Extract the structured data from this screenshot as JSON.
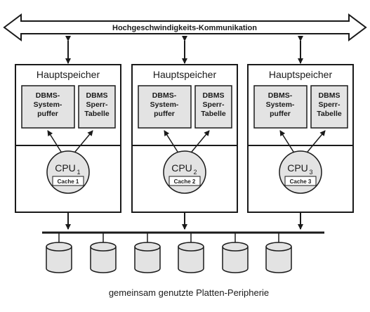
{
  "bus_label": "Hochgeschwindigkeits-Kommunikation",
  "caption": "gemeinsam genutzte Platten-Peripherie",
  "nodes": [
    {
      "memory_title": "Hauptspeicher",
      "buffer_lines": [
        "DBMS-",
        "System-",
        "puffer"
      ],
      "lock_lines": [
        "DBMS",
        "Sperr-",
        "Tabelle"
      ],
      "cpu": "CPU",
      "cpu_index": "1",
      "cache": "Cache 1"
    },
    {
      "memory_title": "Hauptspeicher",
      "buffer_lines": [
        "DBMS-",
        "System-",
        "puffer"
      ],
      "lock_lines": [
        "DBMS",
        "Sperr-",
        "Tabelle"
      ],
      "cpu": "CPU",
      "cpu_index": "2",
      "cache": "Cache 2"
    },
    {
      "memory_title": "Hauptspeicher",
      "buffer_lines": [
        "DBMS-",
        "System-",
        "puffer"
      ],
      "lock_lines": [
        "DBMS",
        "Sperr-",
        "Tabelle"
      ],
      "cpu": "CPU",
      "cpu_index": "3",
      "cache": "Cache 3"
    }
  ],
  "disk_count": 6,
  "colors": {
    "ink": "#1a1a1a",
    "fill": "#e3e3e3",
    "paper": "#ffffff"
  }
}
